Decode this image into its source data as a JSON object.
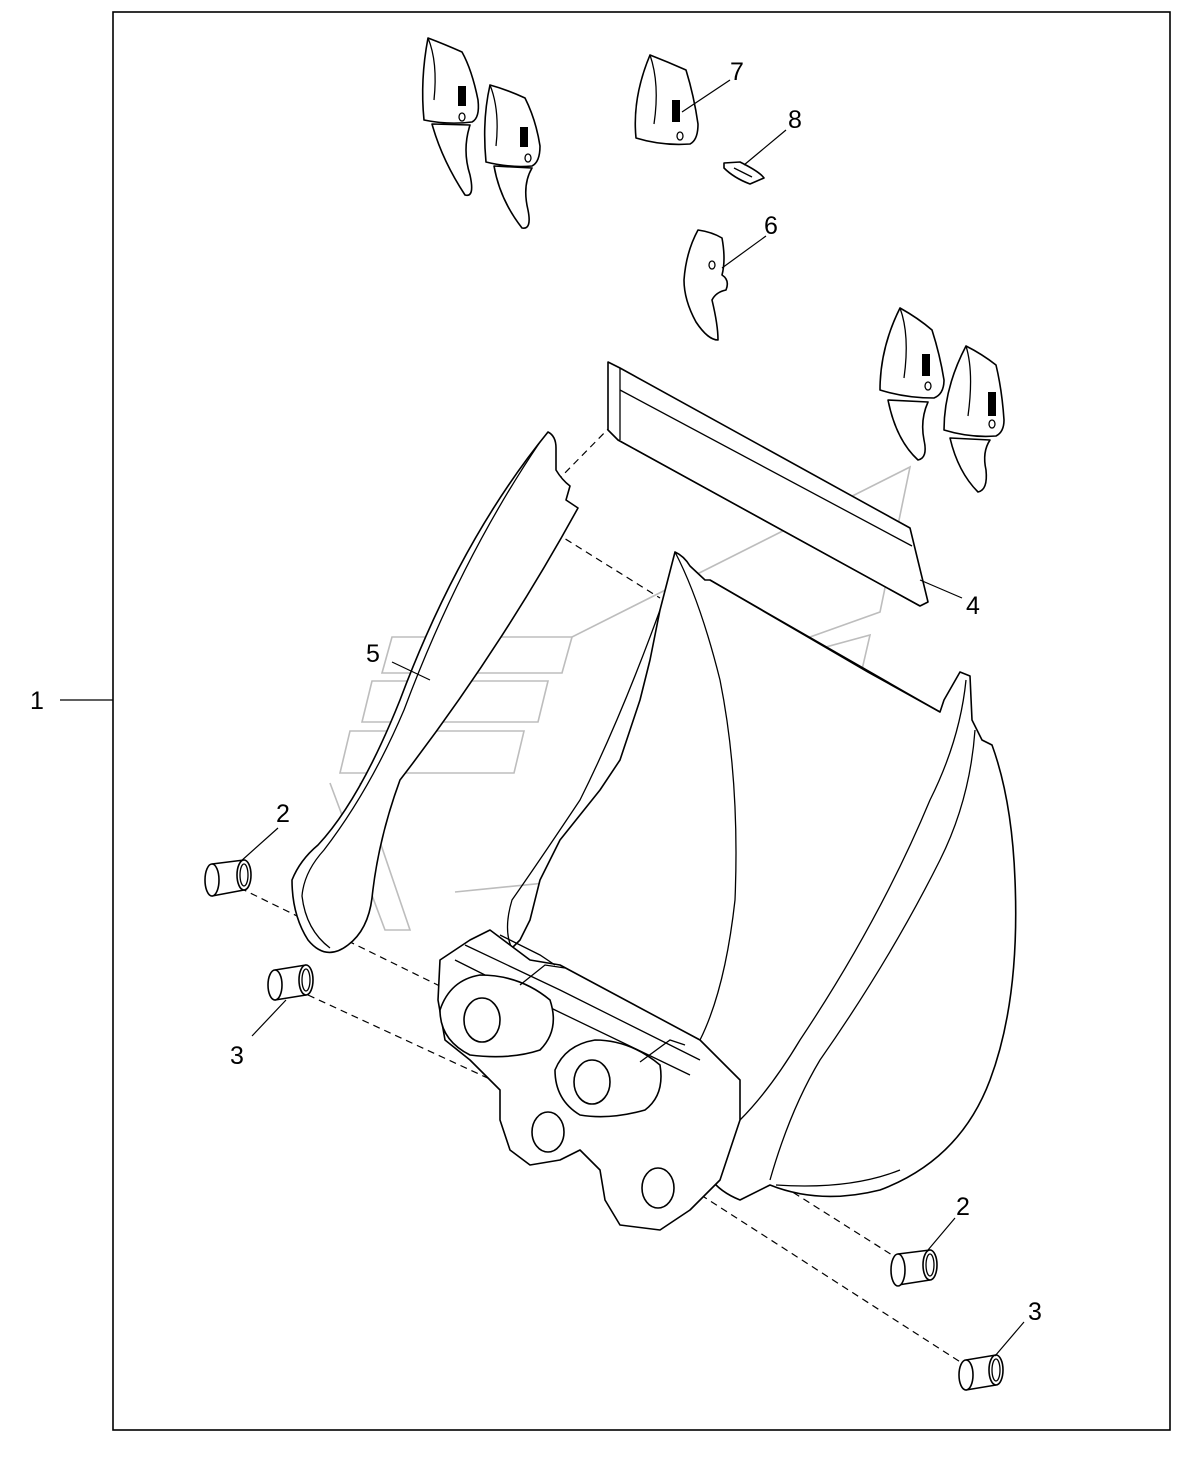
{
  "assembly": {
    "main_label": "1",
    "callouts": {
      "bushing_upper_left": "2",
      "bushing_lower_left": "3",
      "bushing_upper_right": "2",
      "bushing_lower_right": "3",
      "cutting_edge": "4",
      "side_cutter": "5",
      "adapter": "6",
      "tooth": "7",
      "pin": "8"
    }
  }
}
